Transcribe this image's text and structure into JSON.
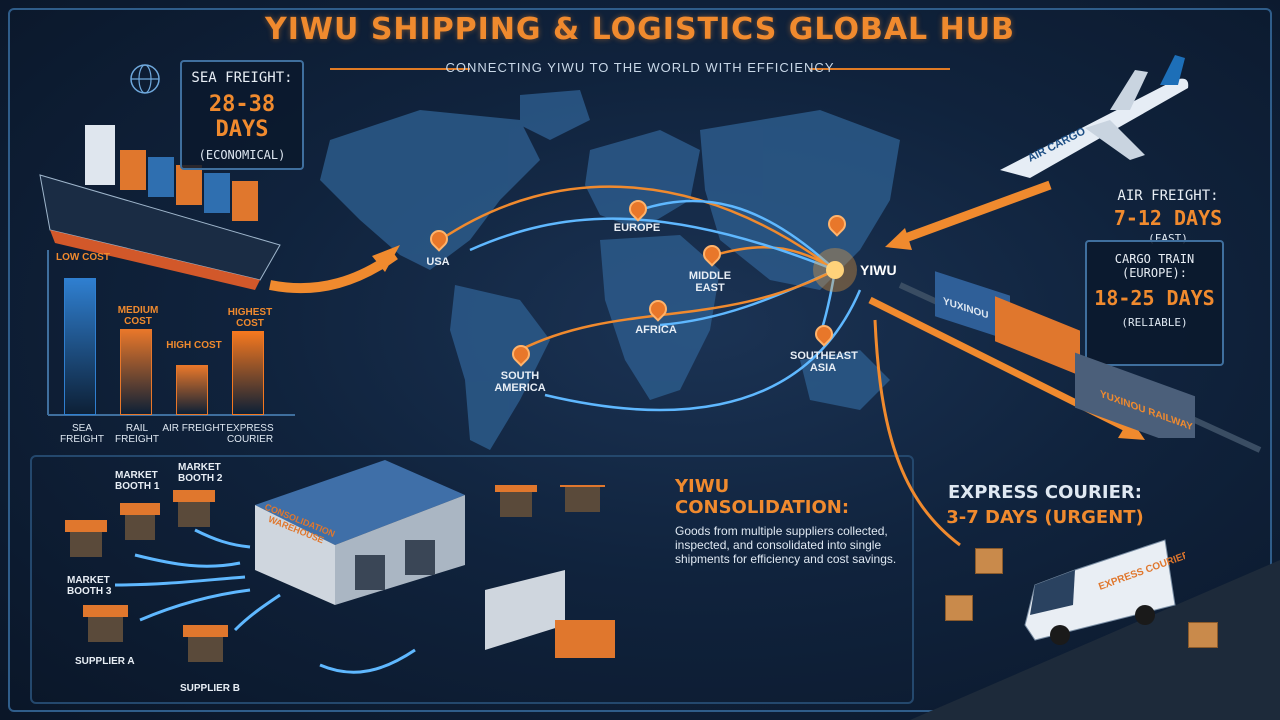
{
  "header": {
    "title": "YIWU SHIPPING & LOGISTICS GLOBAL HUB",
    "subtitle": "CONNECTING YIWU TO THE WORLD WITH EFFICIENCY"
  },
  "sea": {
    "line1": "SEA FREIGHT:",
    "line2": "28-38 DAYS",
    "line3": "(ECONOMICAL)"
  },
  "air": {
    "line1": "AIR FREIGHT:",
    "line2": "7-12 DAYS",
    "line3": "(FAST)",
    "plane_text": "AIR CARGO"
  },
  "rail": {
    "line1": "CARGO TRAIN (EUROPE):",
    "line2": "18-25 DAYS",
    "line3": "(RELIABLE)",
    "container_text": "YUXINOU",
    "loco_text": "YUXINOU RAILWAY"
  },
  "express": {
    "line1": "EXPRESS COURIER:",
    "line2": "3-7 DAYS (URGENT)",
    "van_text": "EXPRESS COURIER"
  },
  "map": {
    "hub": "YIWU",
    "locations": [
      "USA",
      "EUROPE",
      "MIDDLE EAST",
      "AFRICA",
      "SOUTH AMERICA",
      "SOUTHEAST ASIA"
    ]
  },
  "cost_chart": {
    "categories": [
      "SEA FREIGHT",
      "RAIL FREIGHT",
      "AIR FREIGHT",
      "EXPRESS COURIER"
    ],
    "cost_labels": [
      "LOW COST",
      "MEDIUM COST",
      "HIGH COST",
      "HIGHEST COST"
    ],
    "colors": [
      "#2f7fd0",
      "#e8772a",
      "#e8772a",
      "#f5781f"
    ]
  },
  "consolidation": {
    "title": "YIWU CONSOLIDATION:",
    "body": "Goods from multiple suppliers collected, inspected, and consolidated into single shipments for efficiency and cost savings.",
    "warehouse_sign": "CONSOLIDATION WAREHOUSE"
  },
  "sources": [
    "MARKET BOOTH 1",
    "MARKET BOOTH 2",
    "MARKET BOOTH 3",
    "SUPPLIER A",
    "SUPPLIER B"
  ],
  "colors": {
    "accent": "#f08a2e",
    "frame": "#2f5d8a",
    "route_blue": "#5fb8ff"
  }
}
